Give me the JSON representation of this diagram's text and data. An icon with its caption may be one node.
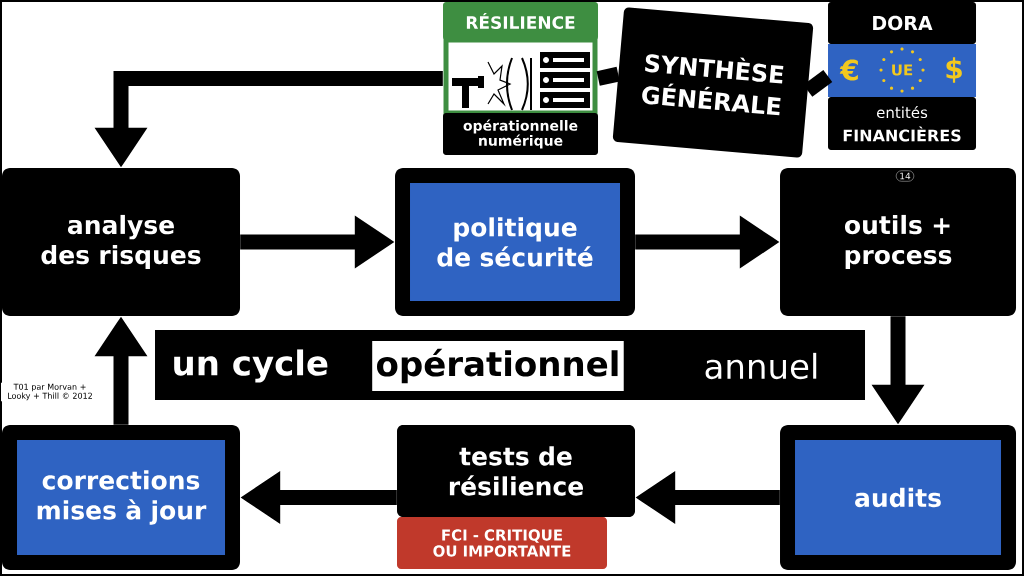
{
  "diagram": {
    "nodes": [
      {
        "text": [
          "analyse des risques"
        ]
      },
      {
        "text": [
          "politique de sécurité"
        ]
      },
      {
        "text": [
          "outils + process"
        ]
      },
      {
        "text": [
          "audits"
        ]
      },
      {
        "text": [
          "tests de résilience",
          "FCI - CRITIQUE OU IMPORTANTE"
        ]
      },
      {
        "text": [
          "corrections mises à jour"
        ]
      },
      {
        "text": [
          "RÉSILIENCE",
          "opérationnelle numérique"
        ]
      },
      {
        "text": [
          "SYNTHÈSE GÉNÉRALE"
        ]
      },
      {
        "text": [
          "DORA",
          "€",
          "UE",
          "$",
          "entités",
          "FINANCIÈRES"
        ]
      }
    ],
    "edges": [
      {
        "from": 0,
        "to": 1,
        "arrow": "to"
      },
      {
        "from": 1,
        "to": 2,
        "arrow": "to"
      },
      {
        "from": 2,
        "to": 3,
        "arrow": "to"
      },
      {
        "from": 3,
        "to": 4,
        "arrow": "to"
      },
      {
        "from": 4,
        "to": 5,
        "arrow": "to"
      },
      {
        "from": 5,
        "to": 0,
        "arrow": "to"
      },
      {
        "from": 6,
        "to": 0,
        "arrow": "to"
      },
      {
        "from": 7,
        "to": 6,
        "arrow": "none"
      },
      {
        "from": 8,
        "to": 7,
        "arrow": "none"
      }
    ],
    "labels": [
      "un cycle",
      "opérationnel",
      "annuel",
      "14",
      "T01 par Morvan + Looky + Thill © 2012"
    ]
  }
}
